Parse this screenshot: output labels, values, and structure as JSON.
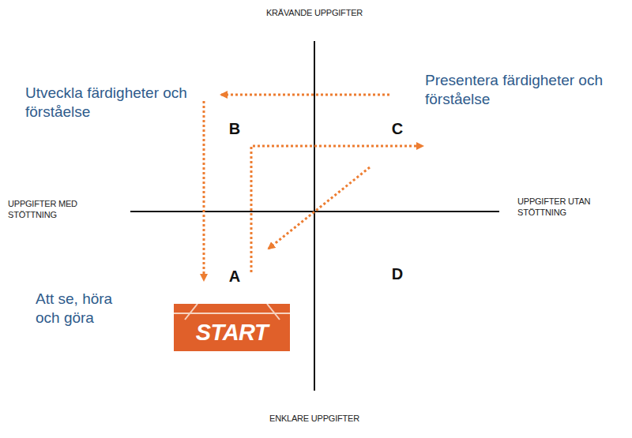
{
  "diagram": {
    "nodes": [
      {
        "text": [
          "B",
          "Utveckla färdigheter och förståelse"
        ]
      },
      {
        "text": [
          "C",
          "Presentera färdigheter och förståelse"
        ]
      },
      {
        "text": [
          "A",
          "Att se, höra och göra"
        ]
      },
      {
        "text": [
          "START"
        ],
        "in": 2
      },
      {
        "text": [
          "D"
        ]
      }
    ],
    "edges": [
      {
        "from": 1,
        "to": 0,
        "arrow": "to"
      },
      {
        "from": 0,
        "to": 2,
        "arrow": "to"
      },
      {
        "from": 2,
        "to": 1,
        "arrow": "to"
      },
      {
        "from": 1,
        "to": 2,
        "arrow": "to"
      }
    ],
    "labels": [
      "KRÄVANDE UPPGIFTER",
      "UPPGIFTER MED STÖTTNING",
      "UPPGIFTER UTAN STÖTTNING",
      "ENKLARE UPPGIFTER"
    ]
  }
}
